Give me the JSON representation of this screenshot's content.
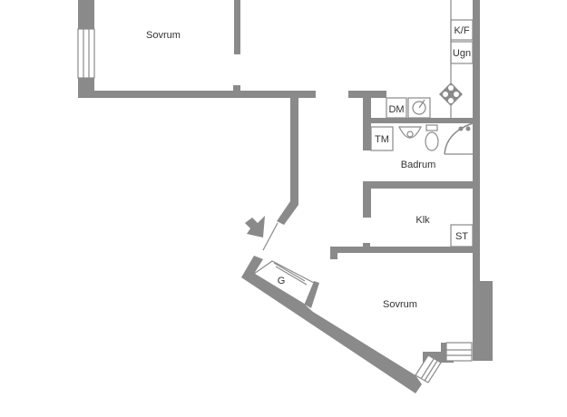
{
  "rooms": {
    "bedroom_top": "Sovrum",
    "bathroom": "Badrum",
    "walk_in_closet": "Klk",
    "bedroom_bottom": "Sovrum"
  },
  "fixtures": {
    "fridge_freezer": "K/F",
    "oven": "Ugn",
    "dishwasher": "DM",
    "washing_machine": "TM",
    "storage": "ST",
    "wardrobe": "G"
  },
  "colors": {
    "wall": "#8a8a8a",
    "text": "#333333",
    "background": "#ffffff"
  },
  "icons": [
    "entrance-arrow-icon",
    "stove-icon",
    "sink-icon",
    "toilet-icon",
    "shower-icon",
    "window-icon"
  ]
}
